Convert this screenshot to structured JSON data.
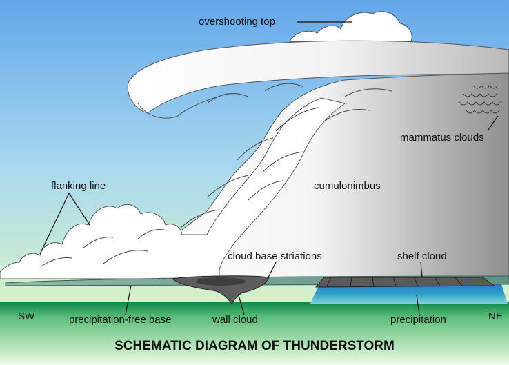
{
  "diagram": {
    "title": "SCHEMATIC DIAGRAM OF THUNDERSTORM",
    "labels": {
      "overshooting_top": "overshooting top",
      "mammatus_clouds": "mammatus clouds",
      "flanking_line": "flanking line",
      "cumulonimbus": "cumulonimbus",
      "cloud_base_striations": "cloud base striations",
      "shelf_cloud": "shelf cloud",
      "sw": "SW",
      "ne": "NE",
      "precipitation_free_base": "precipitation-free base",
      "wall_cloud": "wall cloud",
      "precipitation": "precipitation"
    },
    "colors": {
      "sky_top": "#62a7ea",
      "sky_bottom": "#d7f2c9",
      "ground_top": "#0f8a4d",
      "ground_bottom": "#eefbe5",
      "cloud_dark": "#8f8f8f",
      "precipitation": "#2a5fd0",
      "base_band": "#5f8f86"
    }
  }
}
